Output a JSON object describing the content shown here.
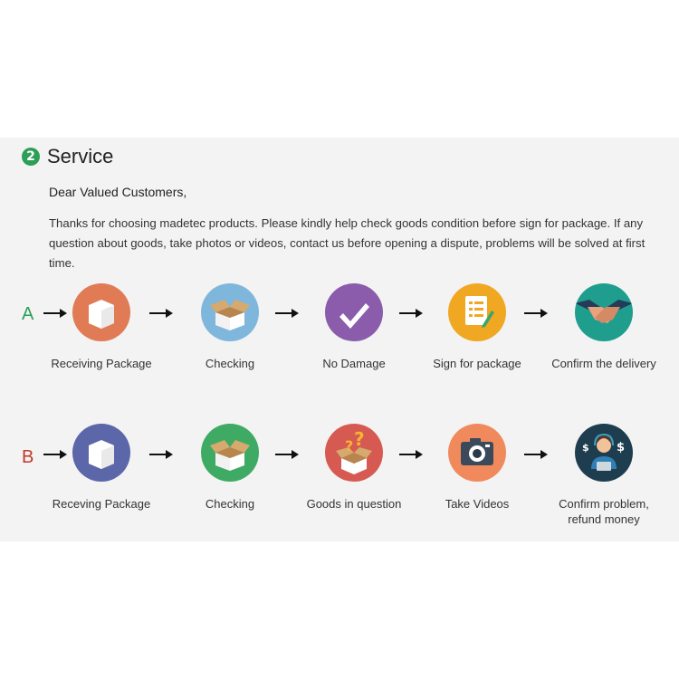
{
  "section": {
    "number": "2",
    "title": "Service",
    "greeting": "Dear Valued Customers,",
    "intro": "Thanks for choosing madetec products. Please kindly help check goods condition before sign for package. If any question about goods, take photos or videos, contact us before opening a dispute, problems will be solved at first time."
  },
  "rows": [
    {
      "letter": "A",
      "letter_color": "#2e9e57",
      "steps": [
        {
          "label": "Receiving Package",
          "icon": "package-icon",
          "color": "#e07b56"
        },
        {
          "label": "Checking",
          "icon": "open-box-icon",
          "color": "#7fb6dc"
        },
        {
          "label": "No Damage",
          "icon": "checkmark-icon",
          "color": "#8a5cab"
        },
        {
          "label": "Sign for package",
          "icon": "document-sign-icon",
          "color": "#f0a722"
        },
        {
          "label": "Confirm the delivery",
          "icon": "handshake-icon",
          "color": "#1f9e8e"
        }
      ]
    },
    {
      "letter": "B",
      "letter_color": "#c0392b",
      "steps": [
        {
          "label": "Receving Package",
          "icon": "package-icon",
          "color": "#5b67a8"
        },
        {
          "label": "Checking",
          "icon": "open-box-icon",
          "color": "#3faa63"
        },
        {
          "label": "Goods in question",
          "icon": "question-box-icon",
          "color": "#d65a52"
        },
        {
          "label": "Take Videos",
          "icon": "camera-icon",
          "color": "#f08a5c"
        },
        {
          "label": "Confirm problem,\nrefund money",
          "icon": "support-agent-icon",
          "color": "#1e3d4f"
        }
      ]
    }
  ]
}
